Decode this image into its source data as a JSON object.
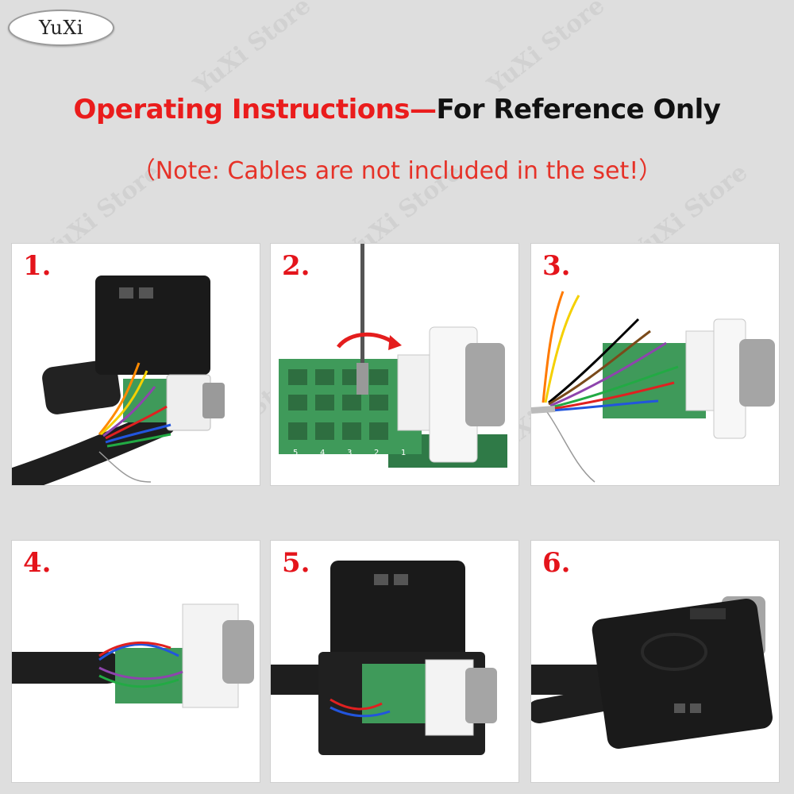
{
  "logo": {
    "text": "YuXi"
  },
  "headline": {
    "red_part": "Operating Instructions—",
    "black_part": "For Reference Only"
  },
  "note": "（Note: Cables are not included in the set!）",
  "steps": [
    {
      "label": "1."
    },
    {
      "label": "2."
    },
    {
      "label": "3."
    },
    {
      "label": "4."
    },
    {
      "label": "5."
    },
    {
      "label": "6."
    }
  ],
  "terminal_labels": [
    "5",
    "4",
    "3",
    "2",
    "1"
  ],
  "watermark": "YuXi Store",
  "colors": {
    "accent_red": "#ea1c1c",
    "terminal_green": "#3f9a5a",
    "housing_black": "#1c1c1c"
  }
}
